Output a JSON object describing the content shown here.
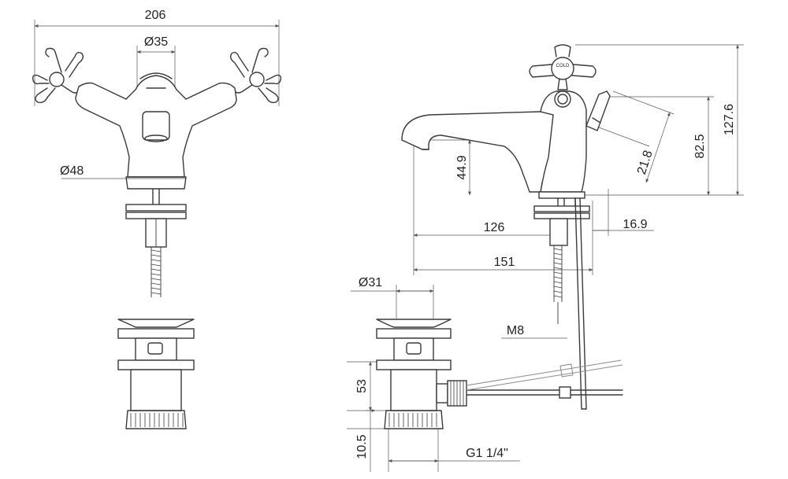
{
  "front_view": {
    "overall_width": "206",
    "outlet_diameter": "Ø35",
    "base_diameter": "Ø48"
  },
  "side_view": {
    "handle_label": "COLD",
    "outlet_height": "44.9",
    "spout_reach": "126",
    "lever_offset": "16.9",
    "overall_depth": "151",
    "lever_length": "21.8",
    "spout_top_height": "82.5",
    "overall_height": "127.6",
    "tail_thread": "M8"
  },
  "waste_view": {
    "flange_diameter": "Ø31",
    "body_height": "53",
    "thread_length": "10.5",
    "thread_size": "G1 1/4\""
  }
}
